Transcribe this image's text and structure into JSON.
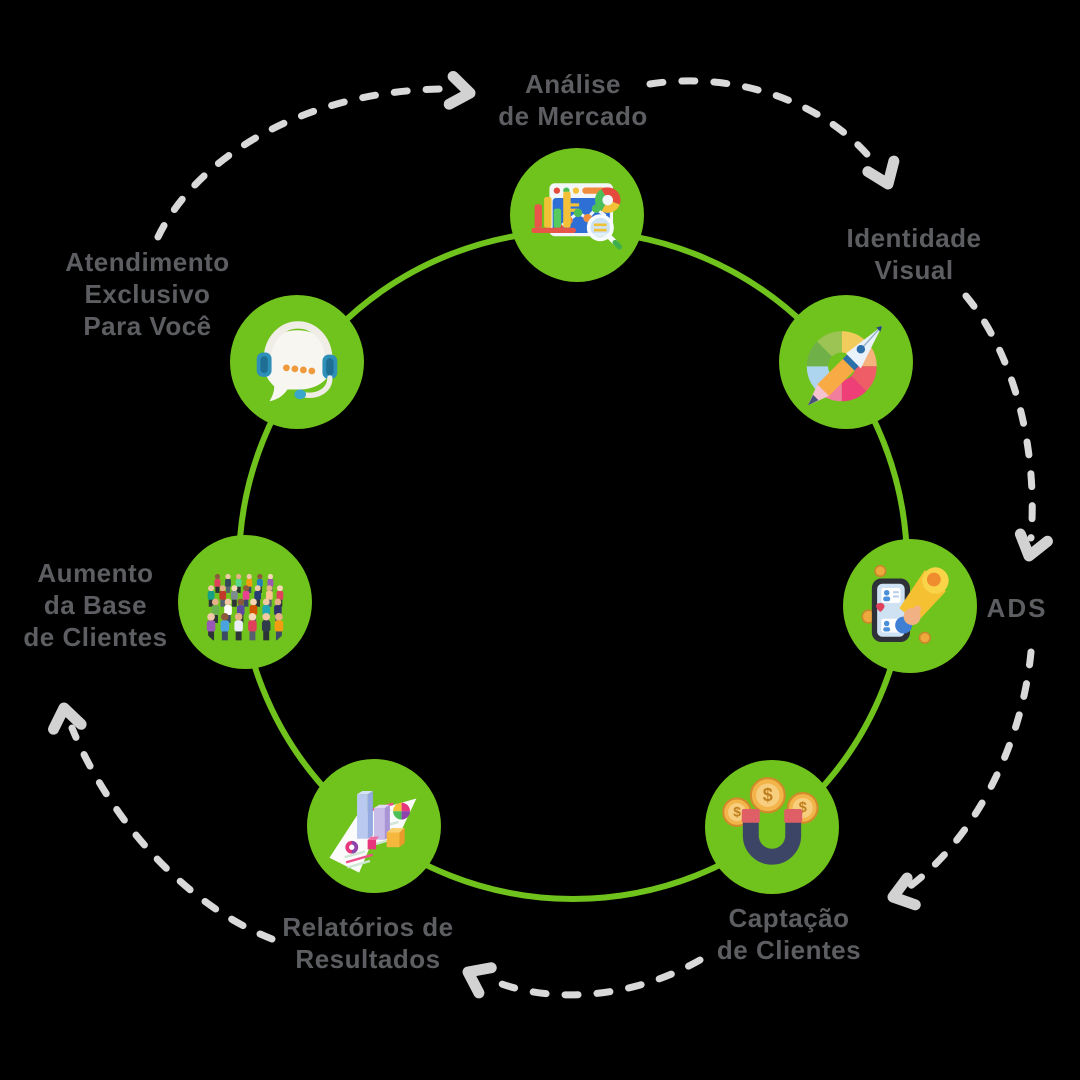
{
  "background_color": "#000000",
  "colors": {
    "background": "#000000",
    "node_green": "#70c21d",
    "ring_green": "#70c21d",
    "label_gray": "#5d5e61",
    "arrow_gray": "#d9d9d9",
    "arrowhead_gray": "#d2d2d2"
  },
  "diagram": {
    "type": "marketing-cycle",
    "flow_direction": "clockwise",
    "arrow_style": "dashed",
    "arrow_count": 6,
    "icons": {
      "coin_symbol": "$"
    },
    "nodes": [
      {
        "id": "analise-de-mercado",
        "icon": "market-analysis-icon",
        "label_lines": [
          "Análise",
          "de Mercado"
        ]
      },
      {
        "id": "identidade-visual",
        "icon": "visual-identity-icon",
        "label_lines": [
          "Identidade",
          "Visual"
        ]
      },
      {
        "id": "ads",
        "icon": "ads-megaphone-icon",
        "label_lines": [
          "ADS"
        ]
      },
      {
        "id": "captacao-de-clientes",
        "icon": "magnet-coins-icon",
        "label_lines": [
          "Captação",
          "de Clientes"
        ]
      },
      {
        "id": "relatorios-de-resultados",
        "icon": "reports-chart-icon",
        "label_lines": [
          "Relatórios de",
          "Resultados"
        ]
      },
      {
        "id": "aumento-da-base",
        "icon": "crowd-icon",
        "label_lines": [
          "Aumento",
          "da Base",
          "de Clientes"
        ]
      },
      {
        "id": "atendimento-exclusivo",
        "icon": "support-headset-icon",
        "label_lines": [
          "Atendimento",
          "Exclusivo",
          "Para Você"
        ]
      }
    ]
  }
}
